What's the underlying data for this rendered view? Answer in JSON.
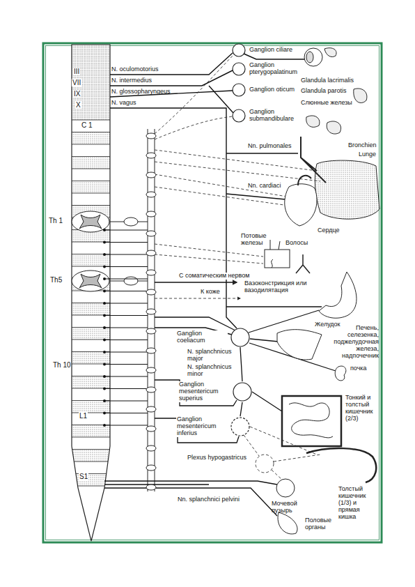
{
  "diagram": {
    "nodes": [
      {
        "text": [
          "Ganglion ciliare"
        ]
      },
      {
        "text": [
          "Ganglion pterygopalatinum"
        ]
      },
      {
        "text": [
          "Ganglion oticum"
        ]
      },
      {
        "text": [
          "Ganglion submandibulare"
        ]
      },
      {
        "text": [
          "Ganglion coeliacum"
        ]
      },
      {
        "text": [
          "Ganglion mesentericum superius"
        ]
      },
      {
        "text": [
          "Ganglion mesentericum inferius"
        ]
      }
    ],
    "edges": [
      {
        "from": 4,
        "to": 5,
        "arrow": "none"
      },
      {
        "from": 5,
        "to": 6,
        "arrow": "none"
      }
    ],
    "labels": [
      "III",
      "VII",
      "IX",
      "X",
      "N. oculomotorius",
      "N. intermedius",
      "N. glossopharyngeus",
      "N. vagus",
      "C 1",
      "Th 1",
      "Th5",
      "Th 10",
      "L1",
      "S1",
      "Glandula lacrimalis",
      "Glandula parotis",
      "Слюнные железы",
      "Nn. pulmonales",
      "Bronchien",
      "Lunge",
      "Nn. cardiaci",
      "Сердце",
      "Потовые железы",
      "Волосы",
      "С соматическим нервом",
      "К коже",
      "Вазоконстрикция или вазодилятация",
      "Желудок",
      "N. splanchnicus major",
      "N. splanchnicus minor",
      "Печень, селезенка, поджелудочная железа, надпочечник",
      "почка",
      "Тонкий и толстый кишечник (2/3)",
      "Plexus hypogastricus",
      "Nn. splanchnici pelvini",
      "Толстый кишечник (1/3) и прямая кишка",
      "Мочевой пузырь",
      "Половые органы"
    ]
  }
}
